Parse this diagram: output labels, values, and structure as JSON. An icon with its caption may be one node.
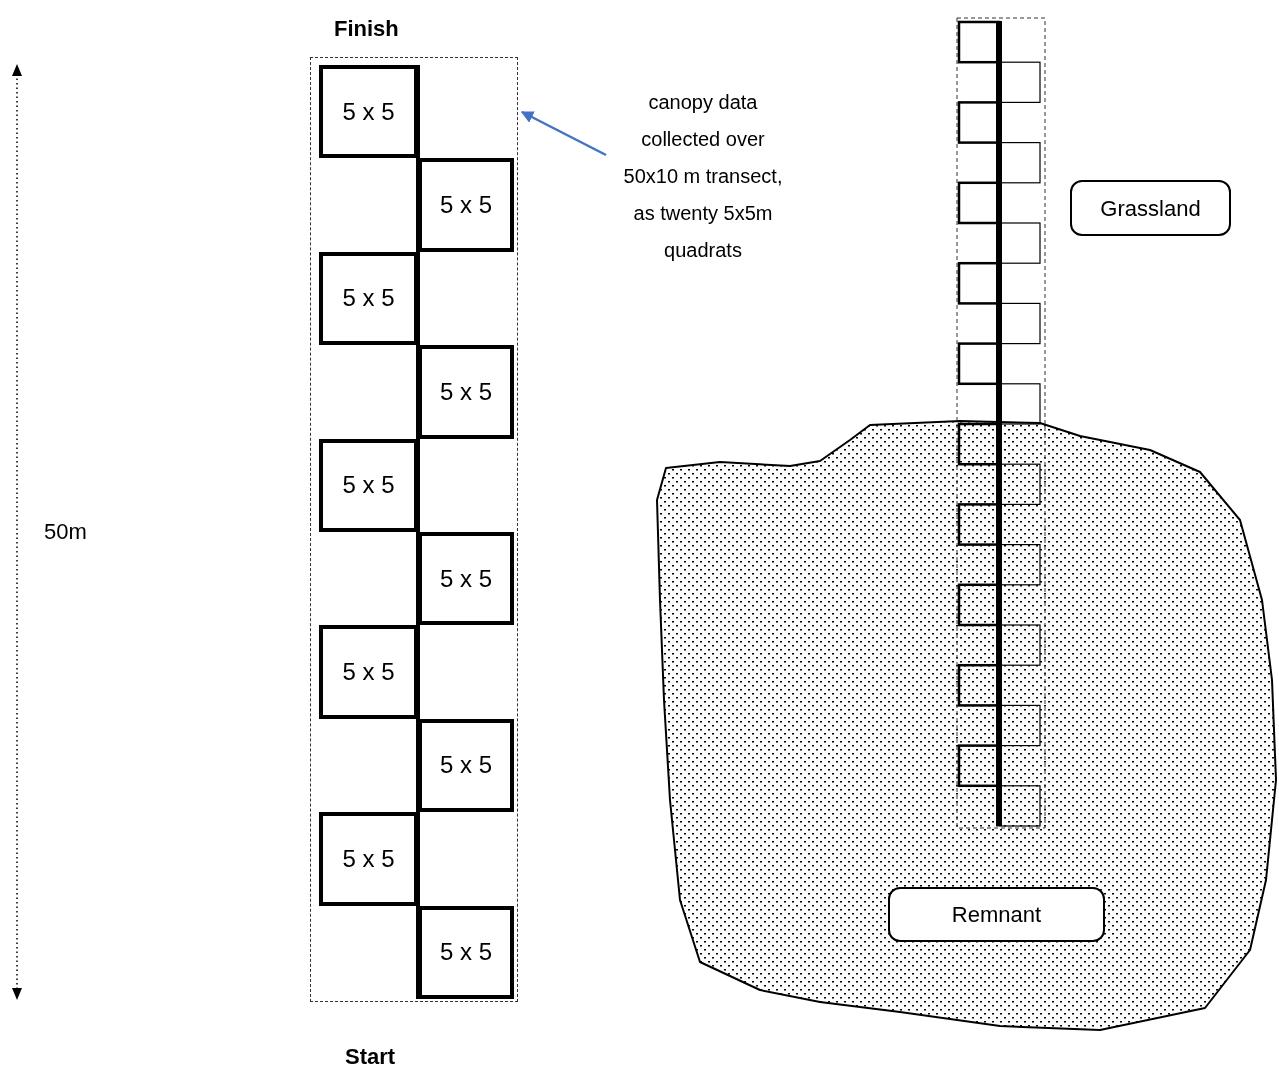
{
  "diagram": {
    "nodes": [
      {
        "text": [],
        "shape": "box"
      },
      {
        "text": [
          "5 x 5"
        ],
        "in": 0
      },
      {
        "text": [
          "5 x 5"
        ],
        "in": 0
      },
      {
        "text": [
          "5 x 5"
        ],
        "in": 0
      },
      {
        "text": [
          "5 x 5"
        ],
        "in": 0
      },
      {
        "text": [
          "5 x 5"
        ],
        "in": 0
      },
      {
        "text": [
          "5 x 5"
        ],
        "in": 0
      },
      {
        "text": [
          "5 x 5"
        ],
        "in": 0
      },
      {
        "text": [
          "5 x 5"
        ],
        "in": 0
      },
      {
        "text": [
          "5 x 5"
        ],
        "in": 0
      },
      {
        "text": [
          "5 x 5"
        ],
        "in": 0
      },
      {
        "text": [
          "canopy data collected over 50x10 m transect, as twenty 5x5m quadrats"
        ]
      },
      {
        "text": [
          "Grassland"
        ]
      },
      {
        "text": [],
        "shape": "blob"
      },
      {
        "text": [
          "Remnant"
        ],
        "in": 13
      }
    ],
    "edges": [
      {
        "from": 11,
        "to": 0,
        "arrow": "to",
        "color": "#4472c4"
      }
    ],
    "labels": [
      "Finish",
      "50m",
      "Start"
    ]
  }
}
